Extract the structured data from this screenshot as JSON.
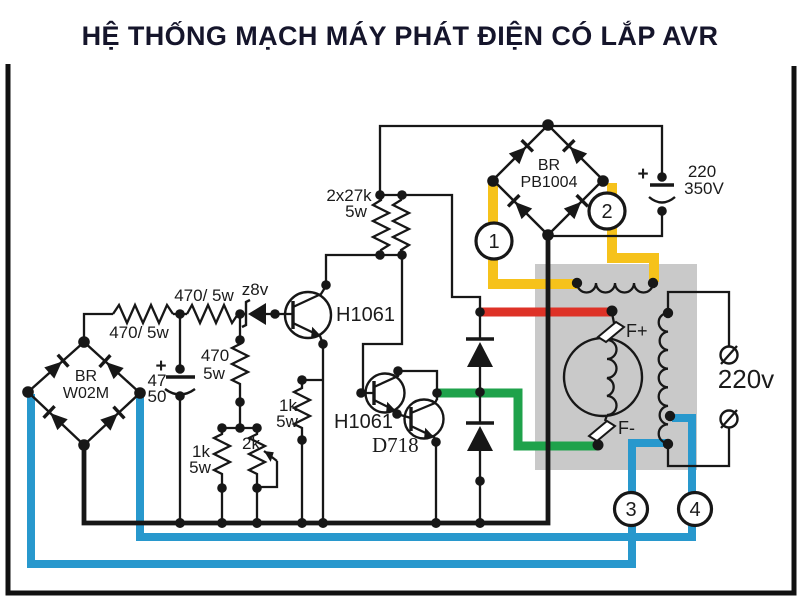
{
  "title": "HỆ THỐNG MẠCH MÁY PHÁT ĐIỆN CÓ LẮP AVR",
  "labels": {
    "r1": "470/ 5w",
    "r2": "470/ 5w",
    "zener": "z8v",
    "r470_l1": "470",
    "r470_l2": "5w",
    "cap1_plus": "+",
    "cap1_l1": "47",
    "cap1_l2": "50",
    "r1k_left_l1": "1k",
    "r1k_left_l2": "5w",
    "r2k": "2k",
    "r1k_mid_l1": "1k",
    "r1k_mid_l2": "5w",
    "r27k_l1": "2x27k",
    "r27k_l2": "5w",
    "q1": "H1061",
    "q2": "H1061",
    "q3": "D718",
    "bridge1_l1": "BR",
    "bridge1_l2": "W02M",
    "bridge2_l1": "BR",
    "bridge2_l2": "PB1004",
    "cap2_plus": "+",
    "cap2_l1": "220",
    "cap2_l2": "350V",
    "f_plus": "F+",
    "f_minus": "F-",
    "output_voltage": "220v",
    "node1": "1",
    "node2": "2",
    "node3": "3",
    "node4": "4"
  },
  "colors": {
    "wire": "#171717",
    "yellow": "#f6c21b",
    "red": "#de3227",
    "green": "#1fa24b",
    "blue": "#2898cd",
    "generator_box": "#c9c9c9",
    "title": "#15152b"
  }
}
